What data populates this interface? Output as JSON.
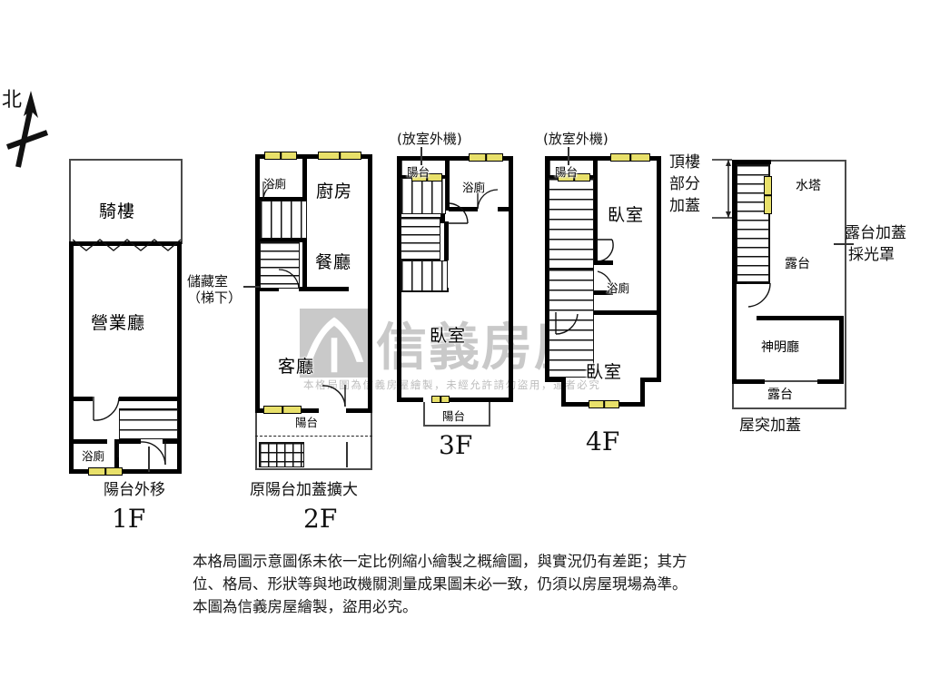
{
  "compass": {
    "label": "北",
    "icon": "north-arrow-icon"
  },
  "watermark": {
    "brand": "信義房屋",
    "notice": "本格局圖為信義房屋繪製，未經允許請勿盜用，違者必究"
  },
  "floors": [
    {
      "id": "1F",
      "label": "1F",
      "caption": "陽台外移",
      "rooms": [
        {
          "name": "騎樓"
        },
        {
          "name": "營業廳"
        },
        {
          "name": "浴廁"
        }
      ]
    },
    {
      "id": "2F",
      "label": "2F",
      "caption": "原陽台加蓋擴大",
      "rooms": [
        {
          "name": "浴廁"
        },
        {
          "name": "廚房"
        },
        {
          "name": "餐廳"
        },
        {
          "name": "客廳"
        },
        {
          "name": "陽台"
        }
      ],
      "annotations": [
        {
          "name": "storage-under-stairs",
          "line1": "儲藏室",
          "line2": "（梯下）"
        }
      ]
    },
    {
      "id": "3F",
      "label": "3F",
      "rooms": [
        {
          "name": "陽台"
        },
        {
          "name": "浴廁"
        },
        {
          "name": "臥室"
        },
        {
          "name": "陽台"
        }
      ],
      "annotations": [
        {
          "name": "outdoor-ac-unit",
          "text": "(放室外機)"
        }
      ]
    },
    {
      "id": "4F",
      "label": "4F",
      "rooms": [
        {
          "name": "陽台"
        },
        {
          "name": "臥室"
        },
        {
          "name": "浴廁"
        },
        {
          "name": "臥室"
        }
      ],
      "annotations": [
        {
          "name": "outdoor-ac-unit",
          "text": "(放室外機)"
        }
      ]
    },
    {
      "id": "RF",
      "label": "屋突加蓋",
      "rooms": [
        {
          "name": "水塔"
        },
        {
          "name": "露台"
        },
        {
          "name": "神明廳"
        },
        {
          "name": "露台"
        }
      ],
      "annotations": [
        {
          "name": "top-floor-partial-addition",
          "line1": "頂樓",
          "line2": "部分",
          "line3": "加蓋"
        },
        {
          "name": "terrace-cover-skylight",
          "line1": "露台加蓋",
          "line2": "採光罩"
        }
      ]
    }
  ],
  "disclaimer": {
    "line1": "本格局圖示意圖係未依一定比例縮小繪製之概繪圖，與實況仍有差距；其方",
    "line2": "位、格局、形狀等與地政機關測量成果圖未必一致，仍須以房屋現場為準。",
    "line3": "本圖為信義房屋繪製，盜用必究。"
  },
  "colors": {
    "wall": "#000000",
    "window": "#e8e06a",
    "watermark": "#c9c9c9",
    "text": "#1a1a1a"
  }
}
